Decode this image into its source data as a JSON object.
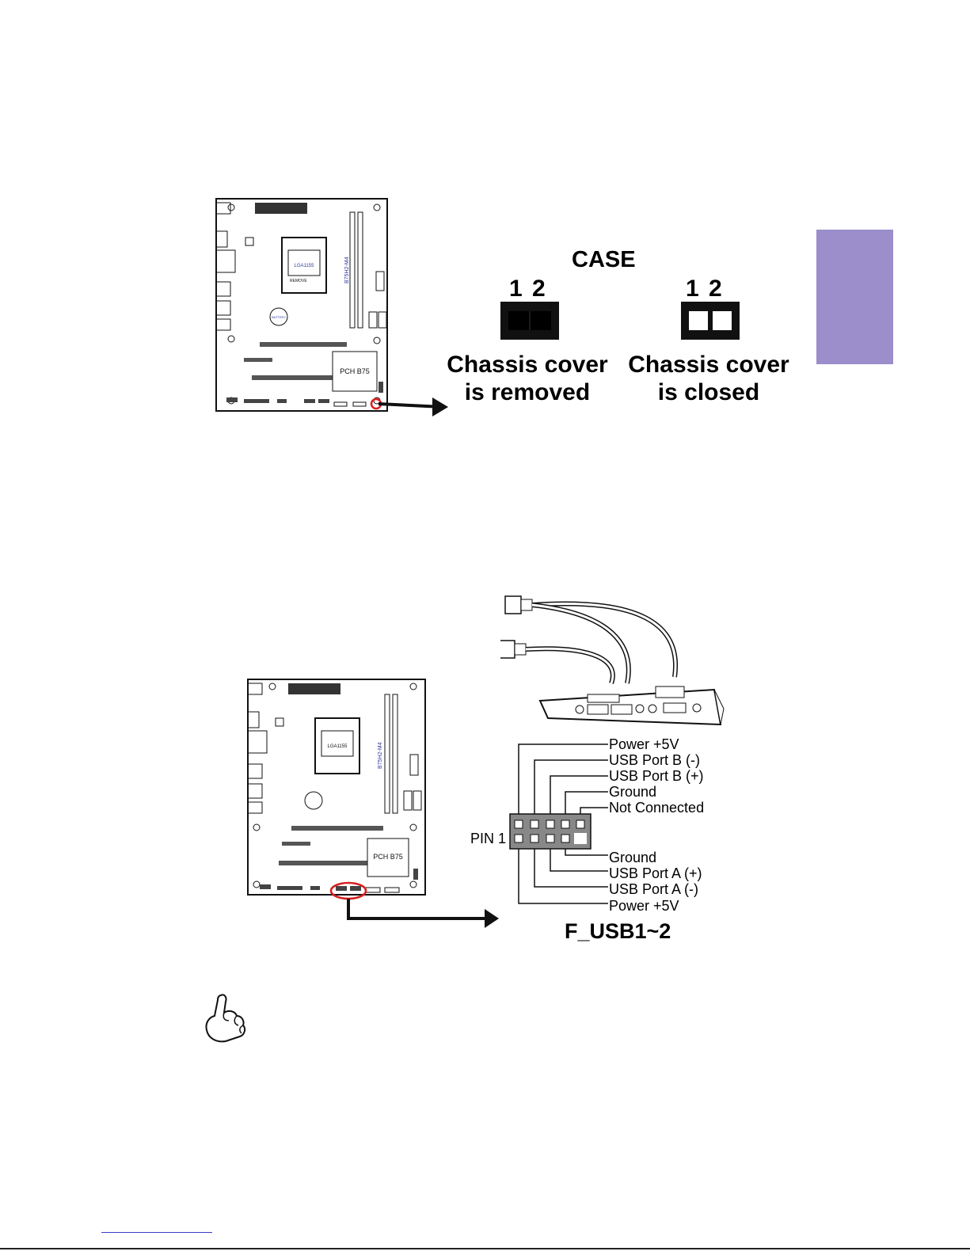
{
  "jumper": {
    "title": "CASE",
    "pins_left": "1 2",
    "pins_right": "1 2",
    "removed_line1": "Chassis cover",
    "removed_line2": "is removed",
    "closed_line1": "Chassis cover",
    "closed_line2": "is closed"
  },
  "board": {
    "cpu_socket": "LGA1155",
    "chipset": "PCH B75",
    "model": "B75H2-M4",
    "battery": "BATTERY",
    "remove": "REMOVE"
  },
  "usb_header": {
    "title": "F_USB1~2",
    "pin1": "PIN 1",
    "top_pins": [
      "Power +5V",
      "USB Port B (-)",
      "USB Port B (+)",
      "Ground",
      "Not Connected"
    ],
    "bottom_pins": [
      "Ground",
      "USB Port A (+)",
      "USB Port A (-)",
      "Power +5V"
    ]
  },
  "colors": {
    "tab": "#9b8ecb",
    "highlight": "#d81e1e",
    "board_label": "#2e3b9a"
  }
}
